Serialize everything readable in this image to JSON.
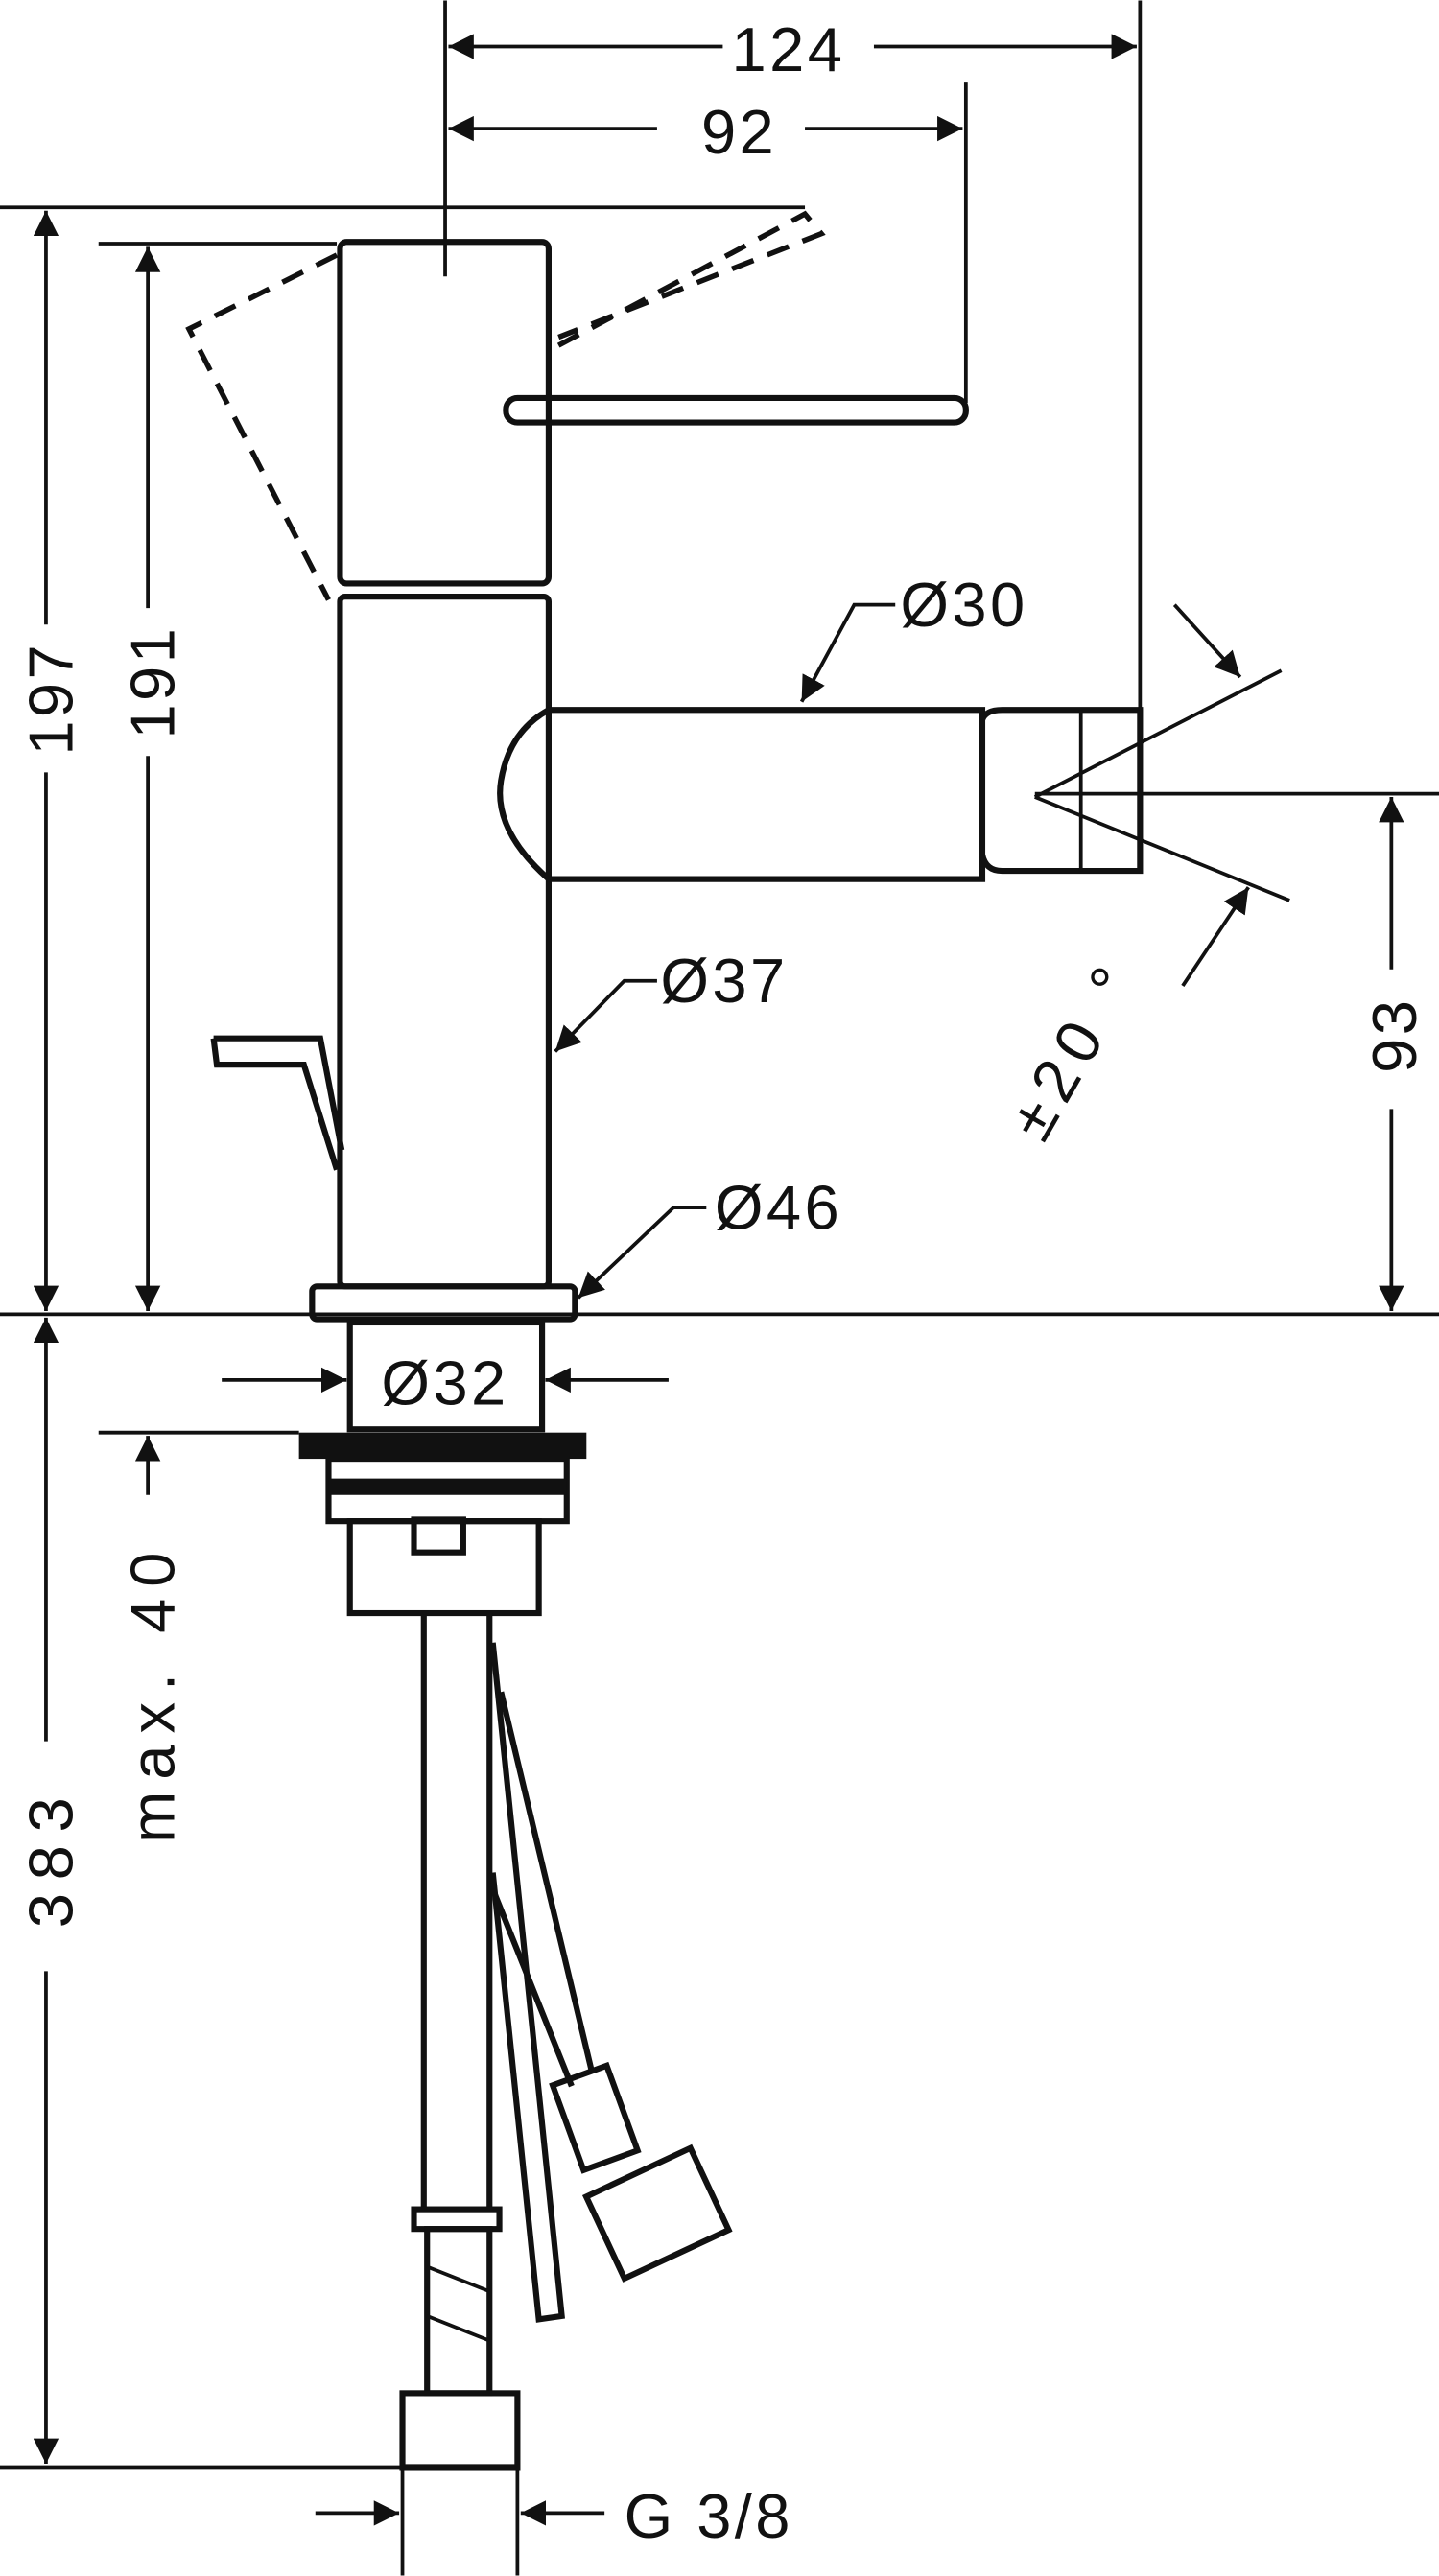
{
  "drawing": {
    "dimensions": {
      "overall_reach": "124",
      "lever_reach": "92",
      "total_height": "197",
      "lever_height": "191",
      "spout_height": "93",
      "below_deck": "383",
      "max_deck_thickness": "max. 40",
      "spout_diameter": "Ø30",
      "body_diameter": "Ø37",
      "base_diameter": "Ø46",
      "hole_diameter": "Ø32",
      "swivel_angle": "±20 °",
      "connection_thread": "G 3/8"
    }
  }
}
